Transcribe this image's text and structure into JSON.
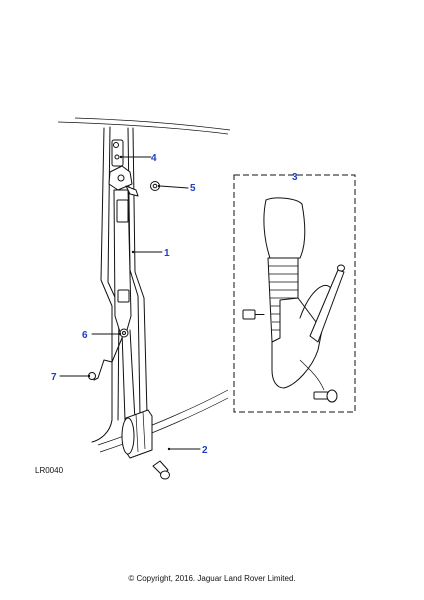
{
  "reference": "LR0040",
  "copyright": "© Copyright, 2016. Jaguar Land Rover Limited.",
  "callouts": [
    {
      "id": "1",
      "label": "1"
    },
    {
      "id": "2",
      "label": "2"
    },
    {
      "id": "3",
      "label": "3"
    },
    {
      "id": "4",
      "label": "4"
    },
    {
      "id": "5",
      "label": "5"
    },
    {
      "id": "6",
      "label": "6"
    },
    {
      "id": "7",
      "label": "7"
    }
  ],
  "colors": {
    "callout": "#1f3fbf",
    "line": "#111111"
  }
}
